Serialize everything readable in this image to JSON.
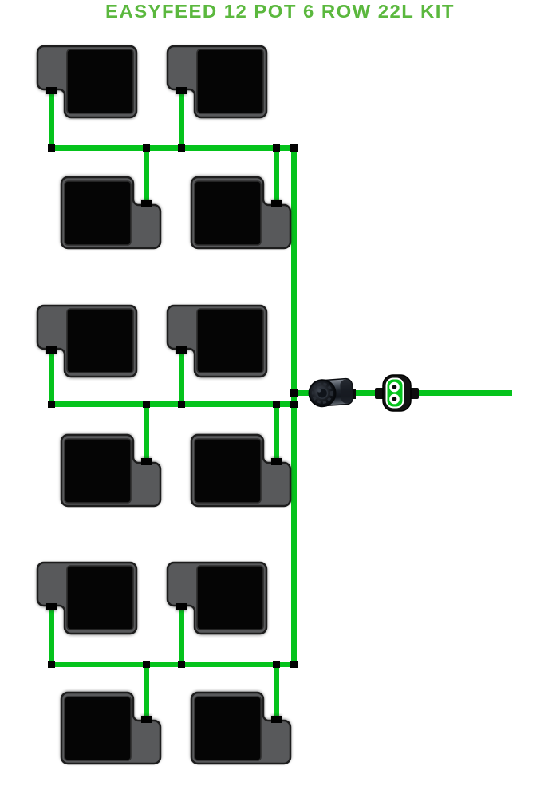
{
  "header": {
    "title": "EASYFEED 12 POT 6 ROW 22L KIT"
  },
  "kit": {
    "pot_count": 12,
    "row_count": 6,
    "pot_volume": "22L"
  },
  "colors": {
    "title_green": "#5bb83e",
    "tube_green": "#05c31c",
    "pot_gray": "#58595b",
    "pot_dark": "#050505"
  },
  "components": {
    "pot": "easyfeed-pot",
    "pump": "inline-pump-filter",
    "valve": "dual-outlet-valve"
  }
}
